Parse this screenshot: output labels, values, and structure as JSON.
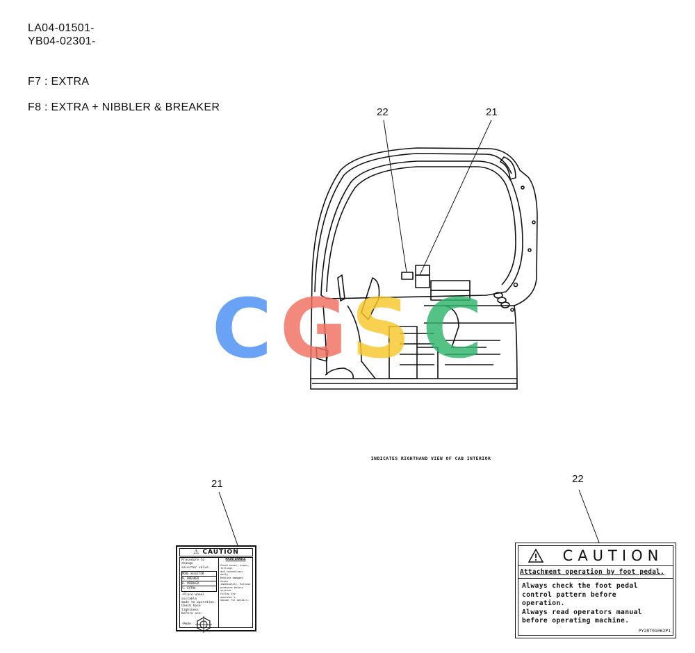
{
  "header": {
    "serial_1": "LA04-01501-",
    "serial_2": "YB04-02301-",
    "option_f7": "F7 : EXTRA",
    "option_f8": "F8 : EXTRA + NIBBLER & BREAKER"
  },
  "callouts": {
    "top_left": "22",
    "top_right": "21",
    "label_21": "21",
    "label_22": "22"
  },
  "caption": "INDICATES RIGHTHAND VIEW OF CAB INTERIOR",
  "label_21": {
    "title": "CAUTION",
    "left_heading_1": "Procedure to change",
    "left_heading_2": "selector valve",
    "table_rows": [
      "MODE  SELECTOR",
      "N.  BREAKER",
      "B.  NIBBLER",
      "S.  EXTRA"
    ],
    "left_notes": [
      "-Place wheel suitable",
      " mode to operation.",
      "Check hose tightness",
      " before use.",
      "-Mode"
    ],
    "right_heading": "MAINTENANCE",
    "right_notes": [
      "Check hoses, pipes, fittings",
      "and connections daily.",
      "Replace damaged hoses",
      "immediately. Release",
      "pressure before service.",
      "Follow the operator's",
      "manual for details."
    ]
  },
  "label_22": {
    "title": "CAUTION",
    "subtitle": "Attachment operation by foot pedal.",
    "line_1": "Always check the foot pedal",
    "line_2": "control pattern before",
    "line_3": "operation.",
    "line_4": "Always read operators manual",
    "line_5": "before operating machine.",
    "code": "PY20T01062P1"
  },
  "watermark": {
    "text": "CGSC",
    "colors": [
      "#4a90f5",
      "#f07060",
      "#f7c82a",
      "#2fb46b"
    ]
  }
}
